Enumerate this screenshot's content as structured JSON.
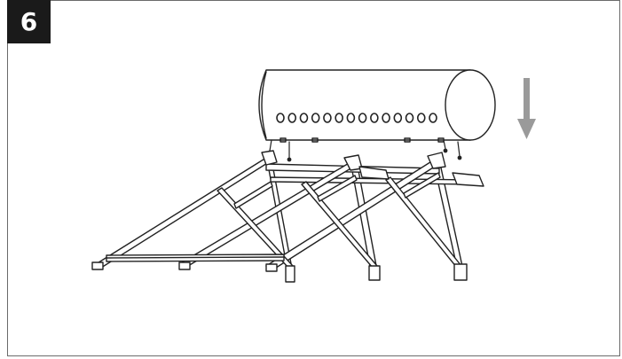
{
  "step": {
    "number": "6"
  },
  "colors": {
    "badge_bg": "#1a1a1a",
    "arrow": "#9a9a9a",
    "line": "#222222"
  },
  "illustration": {
    "tank": {
      "inlet_holes": 14
    },
    "arrow_icon": "down-arrow"
  }
}
